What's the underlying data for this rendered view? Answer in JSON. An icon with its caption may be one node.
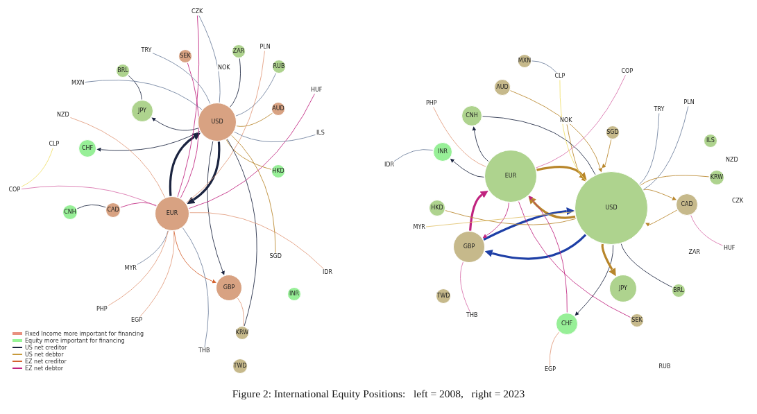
{
  "diagram": {
    "caption": "Figure 2: International Equity Positions:   left = 2008,   right = 2023",
    "nodes": [
      {
        "text": [
          "CZK"
        ]
      },
      {
        "text": [
          "TRY"
        ]
      },
      {
        "text": [
          "SEK"
        ]
      },
      {
        "text": [
          "ZAR"
        ]
      },
      {
        "text": [
          "PLN"
        ]
      },
      {
        "text": [
          "NOK"
        ]
      },
      {
        "text": [
          "RUB"
        ]
      },
      {
        "text": [
          "BRL"
        ]
      },
      {
        "text": [
          "MXN"
        ]
      },
      {
        "text": [
          "HUF"
        ]
      },
      {
        "text": [
          "JPY"
        ]
      },
      {
        "text": [
          "AUD"
        ]
      },
      {
        "text": [
          "USD"
        ]
      },
      {
        "text": [
          "NZD"
        ]
      },
      {
        "text": [
          "ILS"
        ]
      },
      {
        "text": [
          "CLP"
        ]
      },
      {
        "text": [
          "CHF"
        ]
      },
      {
        "text": [
          "HKD"
        ]
      },
      {
        "text": [
          "COP"
        ]
      },
      {
        "text": [
          "CNH"
        ]
      },
      {
        "text": [
          "CAD"
        ]
      },
      {
        "text": [
          "EUR"
        ]
      },
      {
        "text": [
          "SGD"
        ]
      },
      {
        "text": [
          "MYR"
        ]
      },
      {
        "text": [
          "IDR"
        ]
      },
      {
        "text": [
          "GBP"
        ]
      },
      {
        "text": [
          "INR"
        ]
      },
      {
        "text": [
          "PHP"
        ]
      },
      {
        "text": [
          "EGP"
        ]
      },
      {
        "text": [
          "KRW"
        ]
      },
      {
        "text": [
          "THB"
        ]
      },
      {
        "text": [
          "TWD"
        ]
      },
      {
        "text": [
          "MXN"
        ]
      },
      {
        "text": [
          "COP"
        ]
      },
      {
        "text": [
          "CLP"
        ]
      },
      {
        "text": [
          "AUD"
        ]
      },
      {
        "text": [
          "PLN"
        ]
      },
      {
        "text": [
          "PHP"
        ]
      },
      {
        "text": [
          "TRY"
        ]
      },
      {
        "text": [
          "CNH"
        ]
      },
      {
        "text": [
          "NOK"
        ]
      },
      {
        "text": [
          "SGD"
        ]
      },
      {
        "text": [
          "ILS"
        ]
      },
      {
        "text": [
          "INR"
        ]
      },
      {
        "text": [
          "NZD"
        ]
      },
      {
        "text": [
          "IDR"
        ]
      },
      {
        "text": [
          "EUR"
        ]
      },
      {
        "text": [
          "KRW"
        ]
      },
      {
        "text": [
          "CZK"
        ]
      },
      {
        "text": [
          "CAD"
        ]
      },
      {
        "text": [
          "HKD"
        ]
      },
      {
        "text": [
          "USD"
        ]
      },
      {
        "text": [
          "MYR"
        ]
      },
      {
        "text": [
          "GBP"
        ]
      },
      {
        "text": [
          "HUF"
        ]
      },
      {
        "text": [
          "ZAR"
        ]
      },
      {
        "text": [
          "JPY"
        ]
      },
      {
        "text": [
          "BRL"
        ]
      },
      {
        "text": [
          "TWD"
        ]
      },
      {
        "text": [
          "THB"
        ]
      },
      {
        "text": [
          "SEK"
        ]
      },
      {
        "text": [
          "CHF"
        ]
      },
      {
        "text": [
          "RUB"
        ]
      },
      {
        "text": [
          "EGP"
        ]
      }
    ],
    "edges": [
      {
        "from": 21,
        "to": 12,
        "arrow": "to",
        "style": "thick"
      },
      {
        "from": 12,
        "to": 21,
        "arrow": "to",
        "style": "thick"
      },
      {
        "from": 12,
        "to": 25,
        "arrow": "to"
      },
      {
        "from": 21,
        "to": 25,
        "arrow": "to",
        "color": "#d3622f"
      },
      {
        "from": 12,
        "to": 10,
        "arrow": "to"
      },
      {
        "from": 12,
        "to": 16,
        "arrow": "to"
      },
      {
        "from": 7,
        "to": 10,
        "arrow": "none"
      },
      {
        "from": 19,
        "to": 20,
        "arrow": "none"
      },
      {
        "from": 20,
        "to": 21,
        "arrow": "none",
        "color": "#c0237f"
      },
      {
        "from": 18,
        "to": 21,
        "arrow": "none",
        "color": "#d870aa"
      },
      {
        "from": 15,
        "to": 18,
        "arrow": "none",
        "color": "#f0df6a"
      },
      {
        "from": 0,
        "to": 12,
        "arrow": "none",
        "color": "#6d7f9c"
      },
      {
        "from": 0,
        "to": 21,
        "arrow": "none",
        "color": "#c0237f"
      },
      {
        "from": 2,
        "to": 21,
        "arrow": "none",
        "color": "#c0237f"
      },
      {
        "from": 8,
        "to": 12,
        "arrow": "none",
        "color": "#6d7f9c"
      },
      {
        "from": 1,
        "to": 12,
        "arrow": "none",
        "color": "#6d7f9c"
      },
      {
        "from": 3,
        "to": 12,
        "arrow": "none"
      },
      {
        "from": 4,
        "to": 21,
        "arrow": "none",
        "color": "#e29b7d"
      },
      {
        "from": 6,
        "to": 12,
        "arrow": "none",
        "color": "#6d7f9c"
      },
      {
        "from": 9,
        "to": 21,
        "arrow": "none",
        "color": "#c0237f"
      },
      {
        "from": 11,
        "to": 12,
        "arrow": "none",
        "color": "#b8862b"
      },
      {
        "from": 14,
        "to": 12,
        "arrow": "none",
        "color": "#6d7f9c"
      },
      {
        "from": 17,
        "to": 12,
        "arrow": "none",
        "color": "#b8862b"
      },
      {
        "from": 13,
        "to": 21,
        "arrow": "none",
        "color": "#e29b7d"
      },
      {
        "from": 21,
        "to": 23,
        "arrow": "none",
        "color": "#6d7f9c"
      },
      {
        "from": 21,
        "to": 27,
        "arrow": "none",
        "color": "#e29b7d"
      },
      {
        "from": 21,
        "to": 28,
        "arrow": "none",
        "color": "#e29b7d"
      },
      {
        "from": 21,
        "to": 30,
        "arrow": "none",
        "color": "#6d7f9c"
      },
      {
        "from": 12,
        "to": 29,
        "arrow": "none"
      },
      {
        "from": 25,
        "to": 29,
        "arrow": "none",
        "color": "#e29b7d"
      },
      {
        "from": 21,
        "to": 24,
        "arrow": "none",
        "color": "#e29b7d"
      },
      {
        "from": 12,
        "to": 22,
        "arrow": "none",
        "color": "#b8862b"
      },
      {
        "from": 46,
        "to": 51,
        "arrow": "to",
        "style": "thick",
        "color": "#b8862b"
      },
      {
        "from": 51,
        "to": 46,
        "arrow": "to",
        "style": "thick",
        "color": "#b8862b"
      },
      {
        "from": 53,
        "to": 51,
        "arrow": "to",
        "style": "thick",
        "color": "#1e3fa6"
      },
      {
        "from": 51,
        "to": 53,
        "arrow": "to",
        "style": "thick",
        "color": "#1e3fa6"
      },
      {
        "from": 53,
        "to": 46,
        "arrow": "to",
        "style": "thick",
        "color": "#c0237f"
      },
      {
        "from": 46,
        "to": 53,
        "arrow": "to",
        "color": "#c0237f"
      },
      {
        "from": 51,
        "to": 61,
        "arrow": "to"
      },
      {
        "from": 51,
        "to": 56,
        "arrow": "to",
        "style": "thick",
        "color": "#b8862b"
      },
      {
        "from": 49,
        "to": 51,
        "arrow": "to",
        "color": "#b8862b"
      },
      {
        "from": 51,
        "to": 49,
        "arrow": "to",
        "color": "#b8862b"
      },
      {
        "from": 35,
        "to": 51,
        "arrow": "to",
        "color": "#b8862b"
      },
      {
        "from": 40,
        "to": 51,
        "arrow": "to",
        "color": "#b8862b"
      },
      {
        "from": 41,
        "to": 51,
        "arrow": "to",
        "color": "#b8862b"
      },
      {
        "from": 46,
        "to": 39,
        "arrow": "to"
      },
      {
        "from": 46,
        "to": 43,
        "arrow": "to"
      },
      {
        "from": 39,
        "to": 51,
        "arrow": "none"
      },
      {
        "from": 61,
        "to": 46,
        "arrow": "to",
        "color": "#c0237f"
      },
      {
        "from": 60,
        "to": 46,
        "arrow": "none",
        "color": "#c0237f"
      },
      {
        "from": 50,
        "to": 51,
        "arrow": "none",
        "color": "#b8862b"
      },
      {
        "from": 52,
        "to": 51,
        "arrow": "none",
        "color": "#e2c36e"
      },
      {
        "from": 63,
        "to": 61,
        "arrow": "none",
        "color": "#e29b7d"
      },
      {
        "from": 57,
        "to": 51,
        "arrow": "none"
      },
      {
        "from": 36,
        "to": 51,
        "arrow": "none",
        "color": "#6d7f9c"
      },
      {
        "from": 33,
        "to": 46,
        "arrow": "none",
        "color": "#d870aa"
      },
      {
        "from": 32,
        "to": 34,
        "arrow": "none",
        "color": "#6d7f9c"
      },
      {
        "from": 37,
        "to": 46,
        "arrow": "none",
        "color": "#e29b7d"
      },
      {
        "from": 45,
        "to": 43,
        "arrow": "none",
        "color": "#6d7f9c"
      },
      {
        "from": 59,
        "to": 53,
        "arrow": "none",
        "color": "#d870aa"
      },
      {
        "from": 54,
        "to": 49,
        "arrow": "none",
        "color": "#d870aa"
      },
      {
        "from": 47,
        "to": 51,
        "arrow": "none",
        "color": "#b8862b"
      },
      {
        "from": 34,
        "to": 51,
        "arrow": "none",
        "color": "#f0df6a"
      },
      {
        "from": 38,
        "to": 51,
        "arrow": "none",
        "color": "#6d7f9c"
      }
    ],
    "legend": [
      {
        "text": "Fixed Income more important for financing",
        "color": "#e8907f"
      },
      {
        "text": "Equity more important for financing",
        "color": "#98f598"
      },
      {
        "text": "US net creditor"
      },
      {
        "text": "US net debtor"
      },
      {
        "text": "EZ net creditor"
      },
      {
        "text": "EZ net debtor"
      }
    ]
  }
}
